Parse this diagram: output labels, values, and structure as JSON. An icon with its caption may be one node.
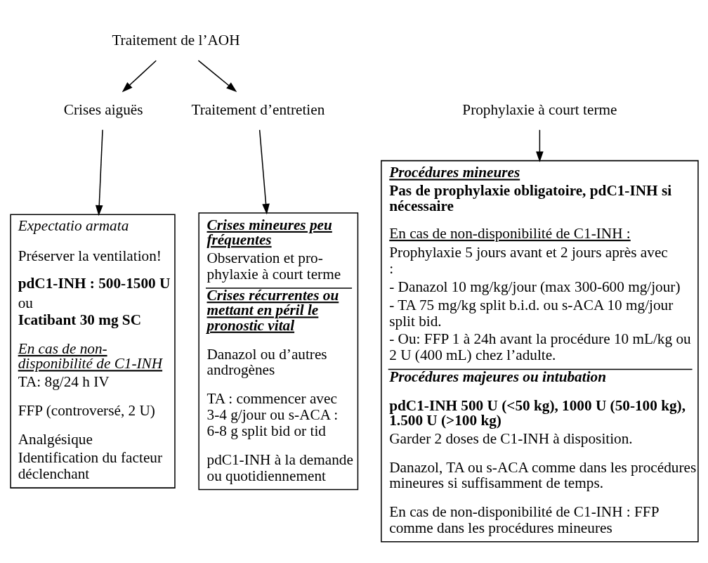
{
  "diagram": {
    "nodes": [
      {
        "text": [
          "Traitement de l’AOH"
        ]
      },
      {
        "text": [
          "Crises aiguës"
        ]
      },
      {
        "text": [
          "Prophylaxie à court terme"
        ]
      },
      {
        "text": [
          "Traitement d’entretien"
        ]
      },
      {
        "text": [
          "Expectatio armata",
          "Préserver la ventilation!",
          "pdC1-INH : 500-1500 U",
          "ou",
          "Icatibant 30 mg SC",
          "En cas de non-disponibilité de C1-INH",
          "TA: 8g/24 h IV",
          "FFP (controversé, 2 U)",
          "Analgésique",
          "Identification du facteur déclenchant"
        ]
      },
      {
        "text": [
          "Procédures mineures",
          "Pas de prophylaxie obligatoire, pdC1-INH si nécessaire",
          "En cas de non-disponibilité de C1-INH :",
          "Prophylaxie 5 jours avant et 2 jours après avec :",
          "- Danazol 10 mg/kg/jour (max 300-600 mg/jour)",
          "- TA 75 mg/kg split b.i.d. ou s-ACA 10 mg/jour split bid.",
          "- Ou: FFP 1 à 24h avant la procédure 10 mL/kg ou 2 U (400 mL) chez l’adulte.",
          "Procédures majeures ou intubation",
          "pdC1-INH 500 U (<50 kg), 1000 U (50-100 kg), 1.500 U (>100 kg)",
          "Garder 2 doses de C1-INH à disposition.",
          "Danazol, TA ou s-ACA comme dans les procédures mineures si suffisamment de temps.",
          "En cas de non-disponibilité de C1-INH : FFP comme dans les procédures mineures"
        ]
      },
      {
        "text": [
          "Crises mineures peu fréquentes",
          "Observation et pro-phylaxie à court terme",
          "Crises récurrentes ou mettant en péril le pronostic vital",
          "Danazol ou d’autres androgènes",
          "TA : commencer avec 3-4 g/jour ou s-ACA : 6-8 g split bid or tid",
          "pdC1-INH à la demande ou quotidiennement"
        ]
      }
    ],
    "edges": [
      {
        "from": 0,
        "to": 1,
        "arrow": "to"
      },
      {
        "from": 0,
        "to": 3,
        "arrow": "to"
      },
      {
        "from": 1,
        "to": 4,
        "arrow": "to"
      },
      {
        "from": 2,
        "to": 5,
        "arrow": "to"
      },
      {
        "from": 3,
        "to": 6,
        "arrow": "to"
      }
    ]
  }
}
